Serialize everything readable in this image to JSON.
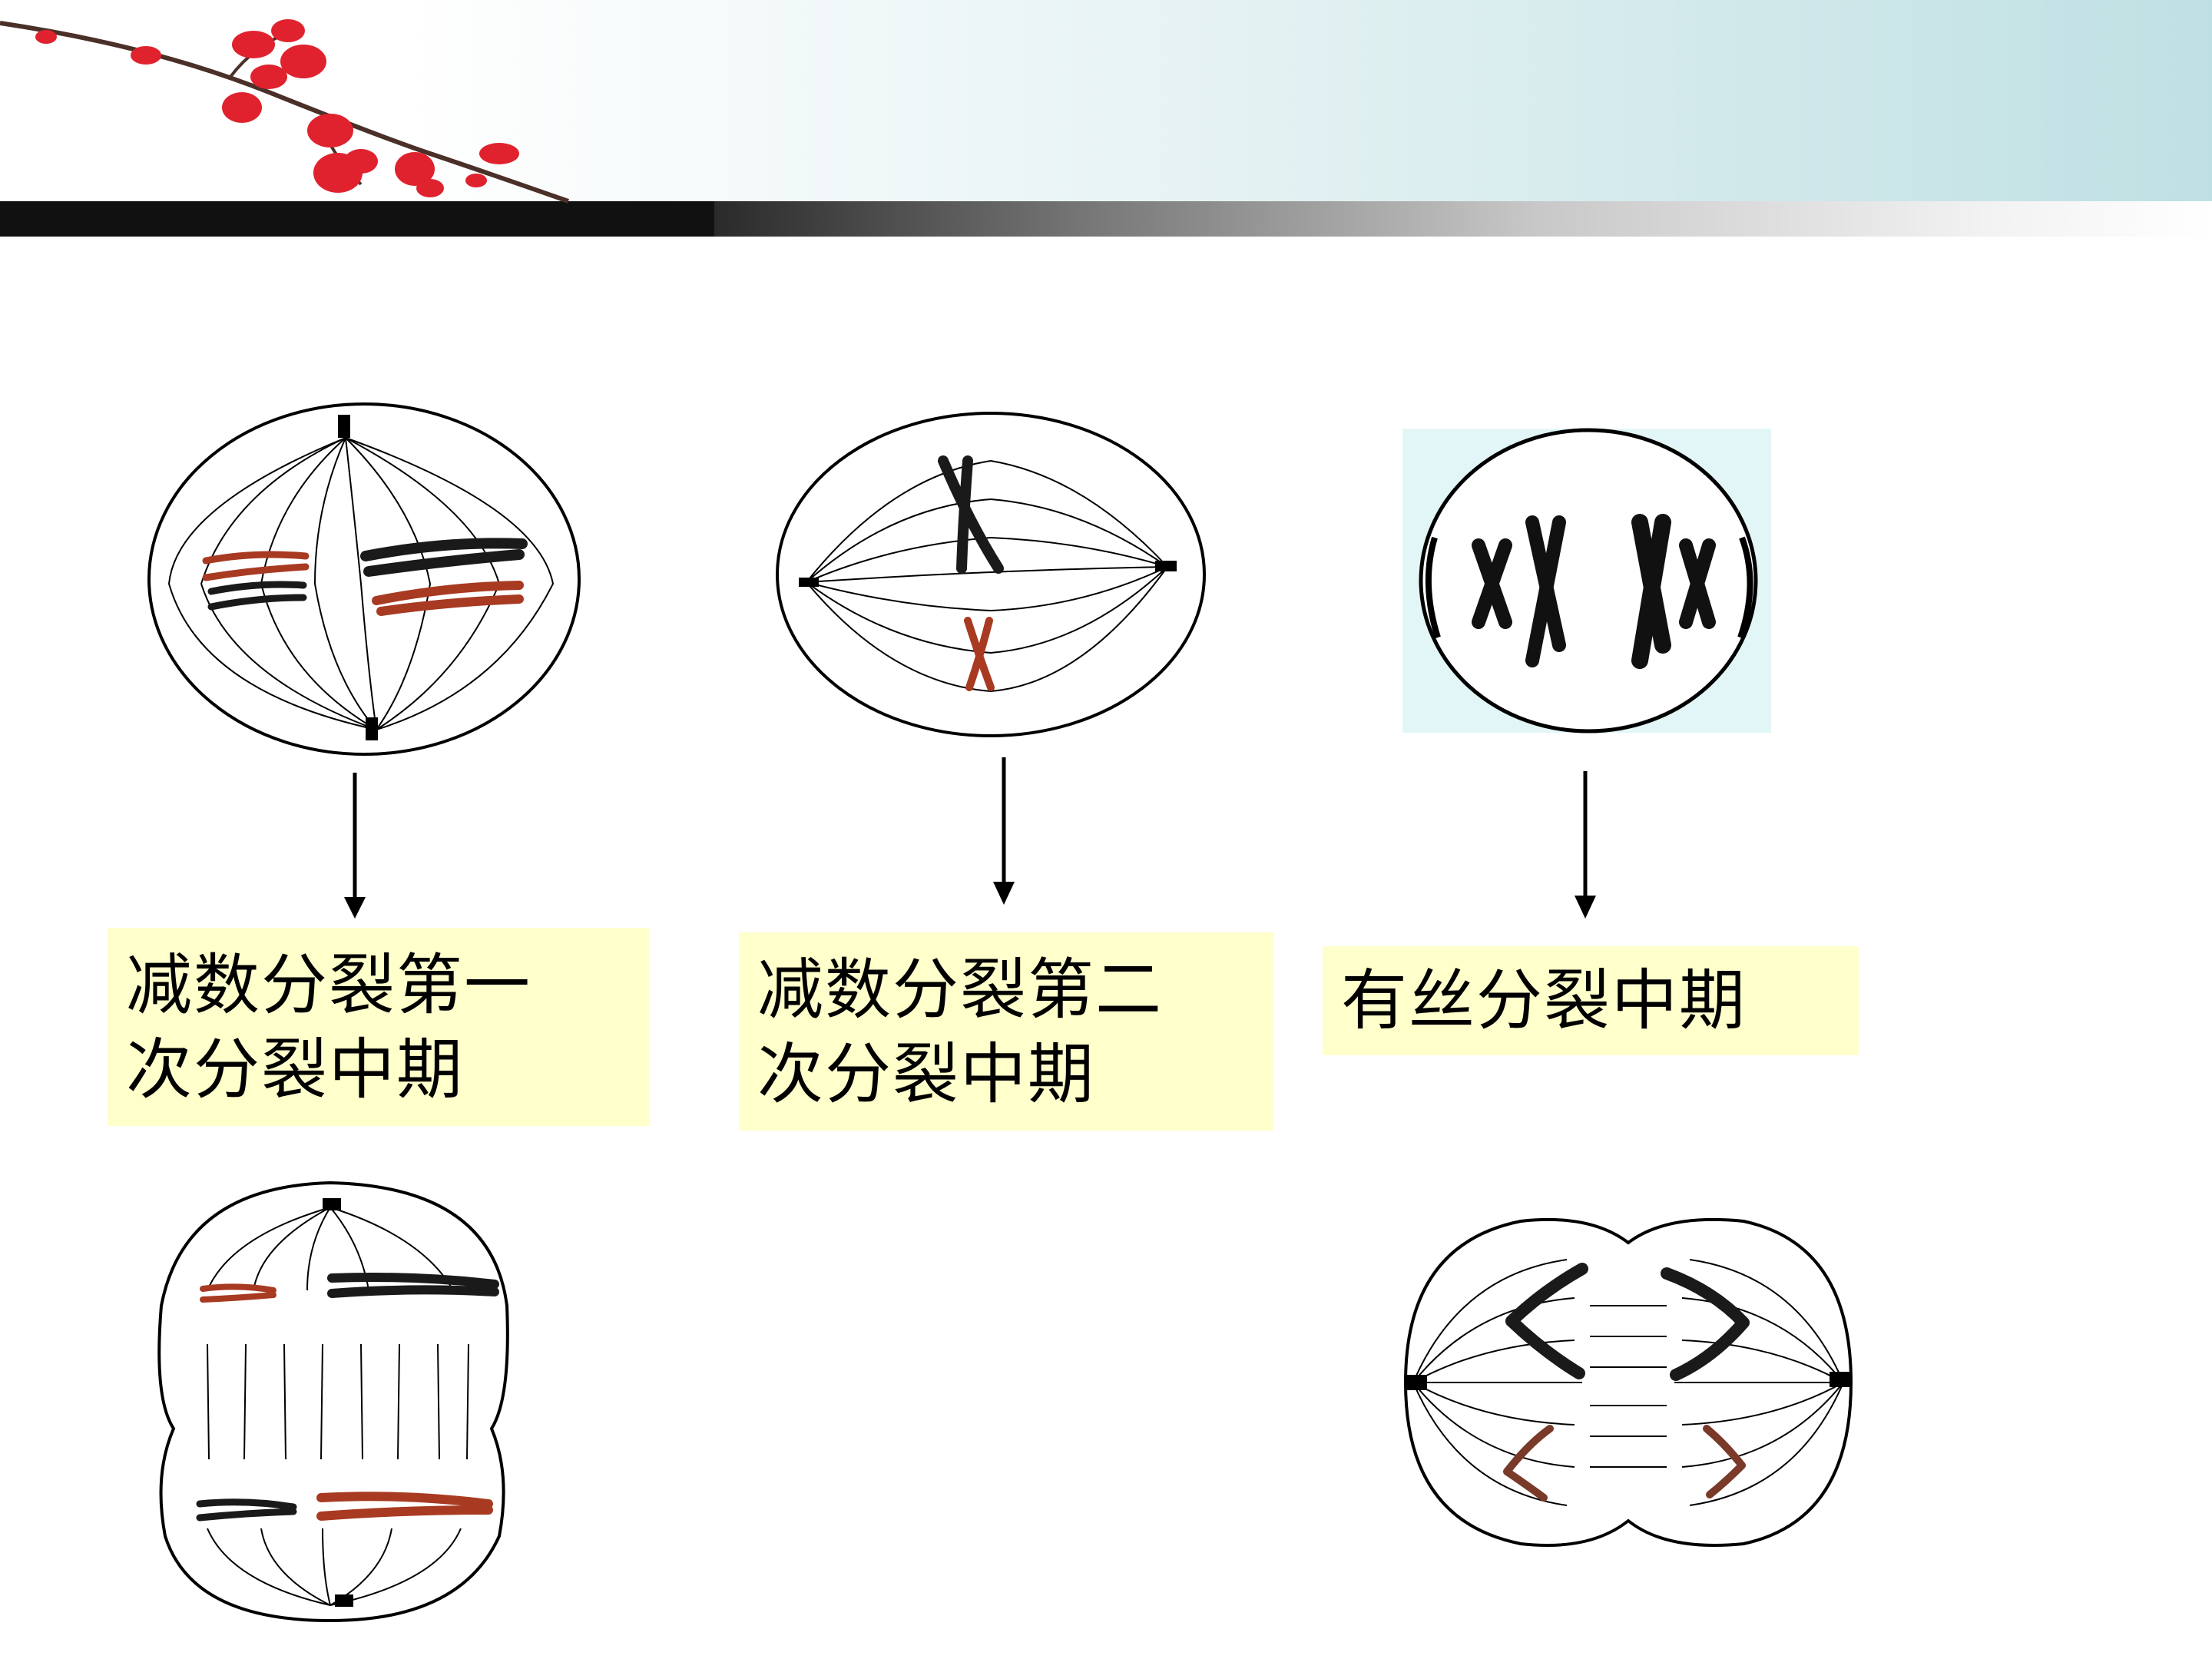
{
  "slide": {
    "labels": [
      {
        "id": "meiosis-1-metaphase",
        "text": "减数分裂第一\n次分裂中期"
      },
      {
        "id": "meiosis-2-metaphase",
        "text": "减数分裂第二\n次分裂中期"
      },
      {
        "id": "mitosis-metaphase",
        "text": "有丝分裂中期"
      }
    ]
  },
  "colors": {
    "label_bg": "#ffffcc",
    "chromosome_dark": "#1a1a1a",
    "chromosome_red": "#a83a22",
    "blossom": "#e0222e"
  }
}
